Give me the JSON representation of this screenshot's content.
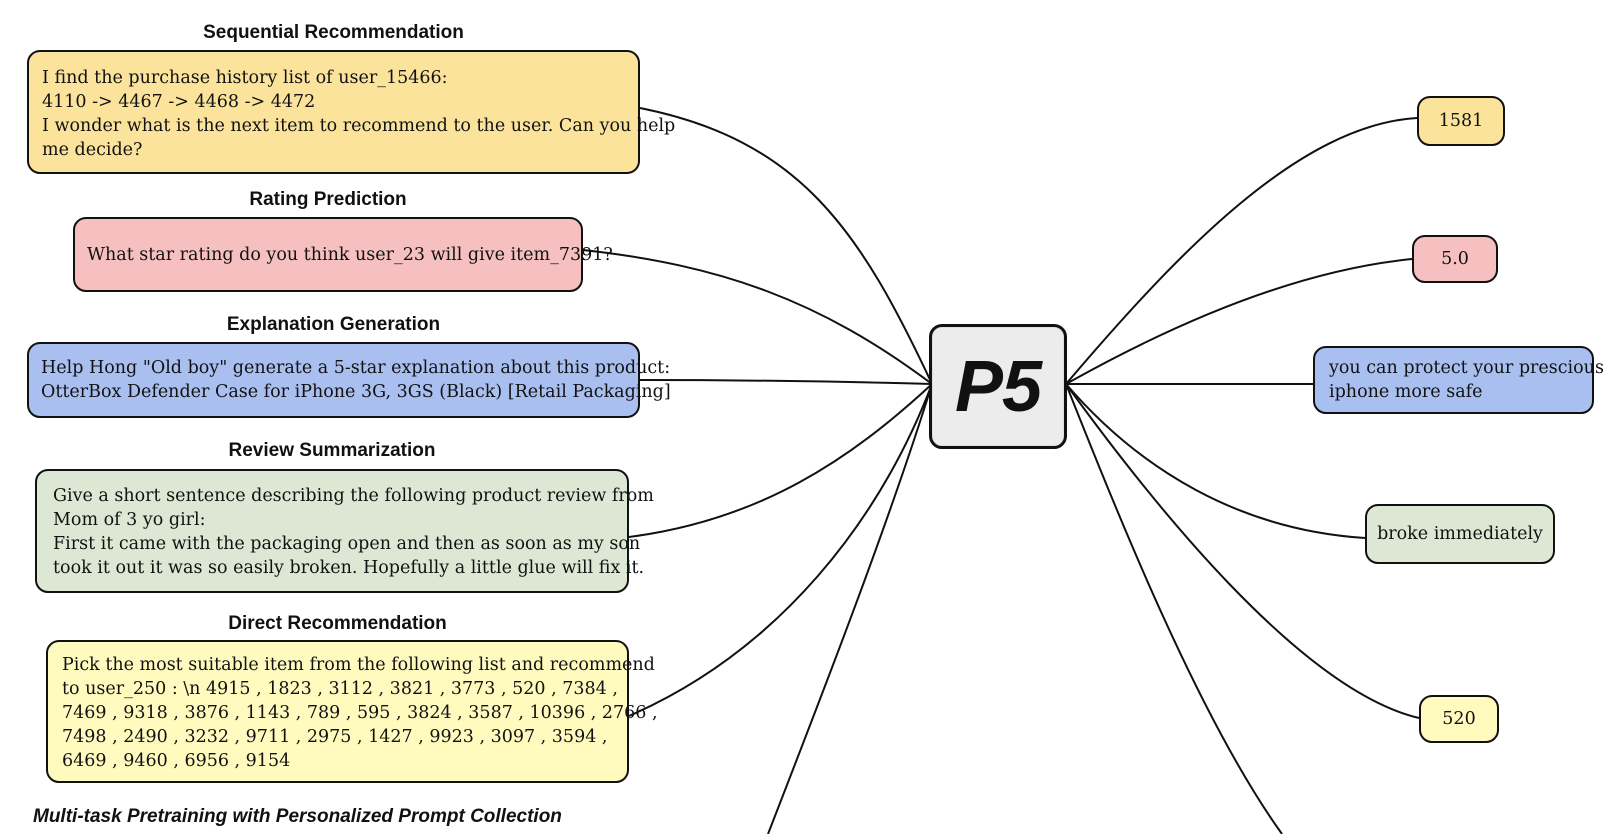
{
  "caption": "Multi-task Pretraining with Personalized Prompt Collection",
  "center_label": "P5",
  "colors": {
    "sequential": "#fbe39c",
    "rating": "#f5c0bf",
    "explanation": "#a9bff0",
    "review": "#dde8d4",
    "direct": "#fffbbf"
  },
  "tasks": [
    {
      "title": "Sequential Recommendation",
      "prompt_lines": [
        "I find the purchase history list of user_15466:",
        "4110 -> 4467 -> 4468 -> 4472",
        "I wonder what is the next item to recommend to the user.  Can you help",
        "me decide?"
      ],
      "output_lines": [
        "1581"
      ]
    },
    {
      "title": "Rating Prediction",
      "prompt_lines": [
        "What star rating do you think user_23 will give item_7391?"
      ],
      "output_lines": [
        "5.0"
      ]
    },
    {
      "title": "Explanation Generation",
      "prompt_lines": [
        "Help Hong \"Old boy\" generate a 5-star explanation about this product:",
        "OtterBox Defender Case for iPhone 3G, 3GS (Black) [Retail Packaging]"
      ],
      "output_lines": [
        "you can protect your prescious",
        "iphone more safe"
      ]
    },
    {
      "title": "Review Summarization",
      "prompt_lines": [
        "Give a short sentence describing the following product review from",
        "Mom of 3 yo girl:",
        "First it came with the packaging open and then as soon as my son",
        "took it out it was so easily broken. Hopefully a little glue will fix it."
      ],
      "output_lines": [
        "broke immediately"
      ]
    },
    {
      "title": "Direct Recommendation",
      "prompt_lines": [
        "Pick the most suitable item from the following list and recommend",
        "to user_250 : \\n 4915 , 1823 , 3112 , 3821 , 3773 , 520 , 7384 ,",
        "7469 , 9318 , 3876 , 1143 , 789 , 595 , 3824 , 3587 , 10396 , 2766 ,",
        "7498 , 2490 , 3232 , 9711 , 2975 , 1427 , 9923 , 3097 , 3594 ,",
        "6469 , 9460 , 6956 , 9154"
      ],
      "output_lines": [
        "520"
      ]
    }
  ]
}
